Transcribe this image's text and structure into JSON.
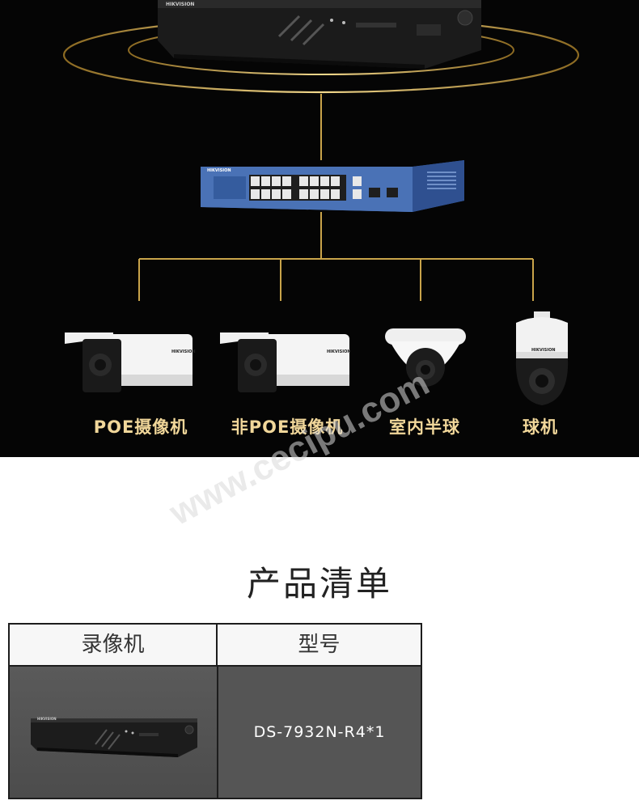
{
  "cameras": [
    {
      "label": "POE摄像机"
    },
    {
      "label": "非POE摄像机"
    },
    {
      "label": "室内半球"
    },
    {
      "label": "球机"
    }
  ],
  "brand_text": "HIKVISION",
  "watermark_text": "www.cecipu.com",
  "product_list": {
    "title": "产品清单",
    "headers": [
      "录像机",
      "型号"
    ],
    "rows": [
      {
        "model": "DS-7932N-R4*1"
      }
    ]
  },
  "colors": {
    "hero_bg": "#050505",
    "gold": "#c9a44a",
    "label_gold": "#f1d79a",
    "switch_blue": "#3d63a6",
    "table_row": "#555555"
  }
}
